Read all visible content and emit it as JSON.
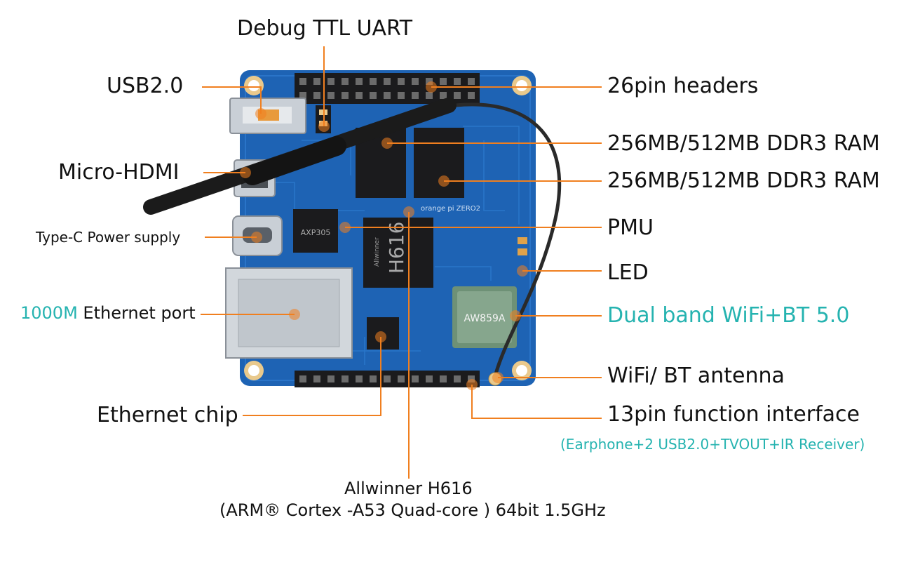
{
  "colors": {
    "leader": "#f07f1f",
    "teal": "#25b3b0",
    "pcb": "#1e63b4",
    "pcb_dark": "#174e92",
    "metal": "#c9cfd6",
    "chip": "#1b1b1d",
    "gold": "#e9c98c"
  },
  "labels": {
    "debug_ttl_uart": "Debug TTL UART",
    "usb2": "USB2.0",
    "micro_hdmi": "Micro-HDMI",
    "type_c_power": "Type-C Power supply",
    "ethernet_speed": "1000M",
    "ethernet_port": " Ethernet port",
    "ethernet_chip": "Ethernet chip",
    "soc_name": "Allwinner H616",
    "soc_detail": "(ARM® Cortex -A53 Quad-core ) 64bit 1.5GHz",
    "pin_headers": "26pin headers",
    "ram_1": "256MB/512MB DDR3 RAM",
    "ram_2": "256MB/512MB DDR3 RAM",
    "pmu": "PMU",
    "led": "LED",
    "wifi_bt": "Dual band WiFi+BT 5.0",
    "antenna": "WiFi/ BT antenna",
    "function_interface": "13pin function interface",
    "function_interface_detail": "(Earphone+2 USB2.0+TVOUT+IR Receiver)"
  },
  "board_markings": {
    "soc_chip": "H616",
    "soc_brand": "Allwinner",
    "pmu_chip": "AXP305",
    "wifi_module": "AW859A",
    "board_name": "orange pi ZERO2"
  }
}
